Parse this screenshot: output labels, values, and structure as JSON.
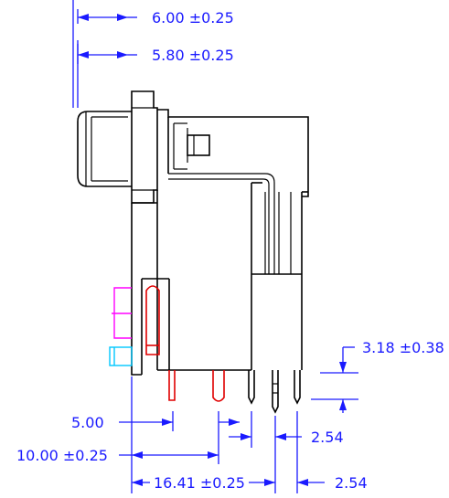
{
  "dimensions": {
    "top_width_a": "6.00 ±0.25",
    "top_width_b": "5.80 ±0.25",
    "pin_offset_height": "3.18 ±0.38",
    "front_to_pin1": "5.00",
    "pin_pitch_a": "2.54",
    "front_to_pin2": "10.00 ±0.25",
    "total_depth": "16.41 ±0.25",
    "pin_pitch_b": "2.54"
  },
  "colors": {
    "dimension": "#1a1aff",
    "outline": "#000000",
    "led_magenta": "#ff00ff",
    "led_cyan": "#00c8ff",
    "shield_pins_red": "#e00000"
  }
}
